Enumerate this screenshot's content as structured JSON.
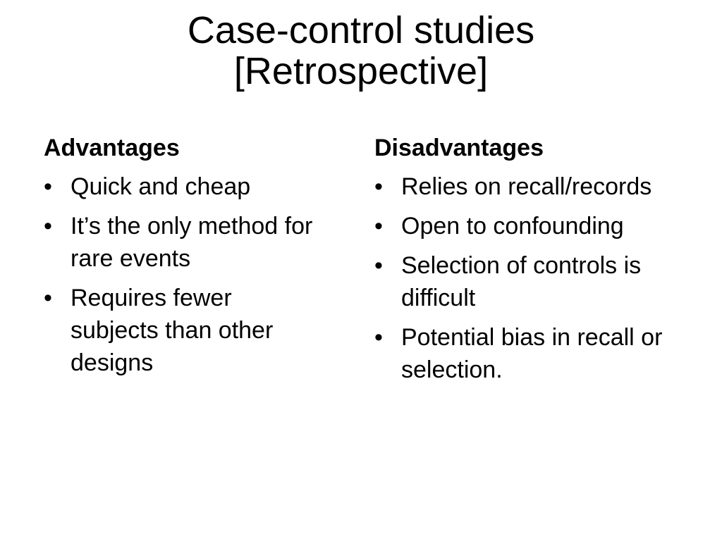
{
  "slide": {
    "title_line_1": "Case-control studies",
    "title_line_2": "[Retrospective]"
  },
  "advantages": {
    "heading": "Advantages",
    "bullet_symbol": "•",
    "items": [
      "Quick and cheap",
      "It’s the only method for rare events",
      "Requires fewer subjects than other designs"
    ]
  },
  "disadvantages": {
    "heading": "Disadvantages",
    "bullet_symbol": "•",
    "items": [
      "Relies on recall/records",
      "Open to confounding",
      "Selection of controls is difficult",
      "Potential bias in recall or selection."
    ]
  }
}
